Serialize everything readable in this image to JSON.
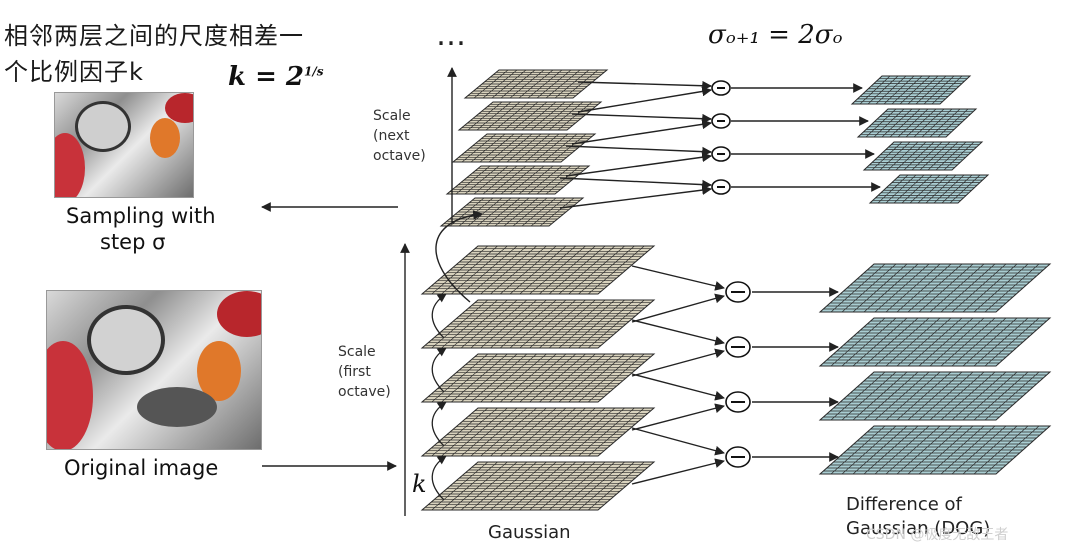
{
  "caption": {
    "line1": "相邻两层之间的尺度相差一",
    "line2": "个比例因子k",
    "formula_lhs": "k = 2",
    "formula_exp": "1/s"
  },
  "top": {
    "ellipsis": "…",
    "sigma_formula": "σₒ₊₁ = 2σₒ"
  },
  "left_images": {
    "sampled_label_line1": "Sampling with",
    "sampled_label_line2": "step σ",
    "original_label": "Original image"
  },
  "axes": {
    "next_octave": [
      "Scale",
      "(next",
      "octave)"
    ],
    "first_octave": [
      "Scale",
      "(first",
      "octave)"
    ],
    "k_label": "k"
  },
  "bottom": {
    "gaussian_label": "Gaussian",
    "dog_line1": "Difference of",
    "dog_line2": "Gaussian (DOG)",
    "watermark": "CSDN @极度无敌王者"
  },
  "colors": {
    "gaussian_fill": "#d8d2bd",
    "dog_fill": "#a9cdd2",
    "grid_line": "#2a2a2a",
    "arrow": "#222222"
  }
}
